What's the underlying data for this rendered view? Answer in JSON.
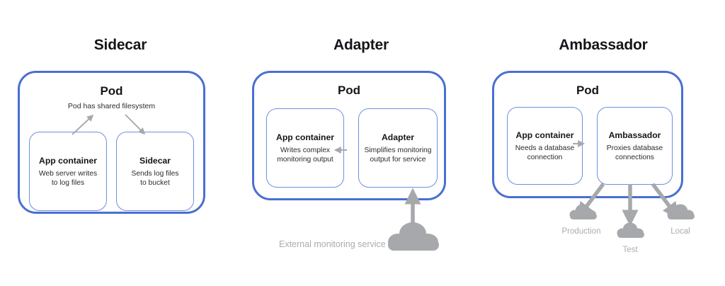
{
  "colors": {
    "pod_border": "#4a6fd1",
    "container_border": "#6d8fe0",
    "arrow_gray": "#a6a8ab",
    "cloud_gray": "#a6a8ab",
    "label_gray": "#a9acae",
    "title_text": "#15161a",
    "body_text": "#2b2b2b",
    "background": "#ffffff"
  },
  "panels": [
    {
      "id": "sidecar",
      "title": "Sidecar",
      "pod": {
        "label": "Pod",
        "subtitle": "Pod has shared filesystem"
      },
      "containers": [
        {
          "name": "App container",
          "desc": "Web server writes\nto log files"
        },
        {
          "name": "Sidecar",
          "desc": "Sends log files\nto bucket"
        }
      ],
      "arrows": [
        {
          "name": "arrow-to-shared-filesystem-left",
          "direction": "up-right"
        },
        {
          "name": "arrow-from-shared-filesystem-right",
          "direction": "down-right"
        }
      ],
      "external": []
    },
    {
      "id": "adapter",
      "title": "Adapter",
      "pod": {
        "label": "Pod",
        "subtitle": ""
      },
      "containers": [
        {
          "name": "App container",
          "desc": "Writes complex\nmonitoring output"
        },
        {
          "name": "Adapter",
          "desc": "Simplifies monitoring\noutput for service"
        }
      ],
      "arrows": [
        {
          "name": "arrow-adapter-to-app-container",
          "direction": "left"
        },
        {
          "name": "arrow-external-service-to-adapter",
          "direction": "up"
        }
      ],
      "external": [
        {
          "label": "External monitoring service",
          "icon": "cloud-icon"
        }
      ]
    },
    {
      "id": "ambassador",
      "title": "Ambassador",
      "pod": {
        "label": "Pod",
        "subtitle": ""
      },
      "containers": [
        {
          "name": "App container",
          "desc": "Needs a database\nconnection"
        },
        {
          "name": "Ambassador",
          "desc": "Proxies database\nconnections"
        }
      ],
      "arrows": [
        {
          "name": "arrow-app-container-to-ambassador",
          "direction": "right"
        },
        {
          "name": "arrow-ambassador-to-production",
          "direction": "down-left"
        },
        {
          "name": "arrow-ambassador-to-test",
          "direction": "down"
        },
        {
          "name": "arrow-ambassador-to-local",
          "direction": "down-right"
        }
      ],
      "external": [
        {
          "label": "Production",
          "icon": "cloud-icon"
        },
        {
          "label": "Test",
          "icon": "cloud-icon"
        },
        {
          "label": "Local",
          "icon": "cloud-icon"
        }
      ]
    }
  ]
}
